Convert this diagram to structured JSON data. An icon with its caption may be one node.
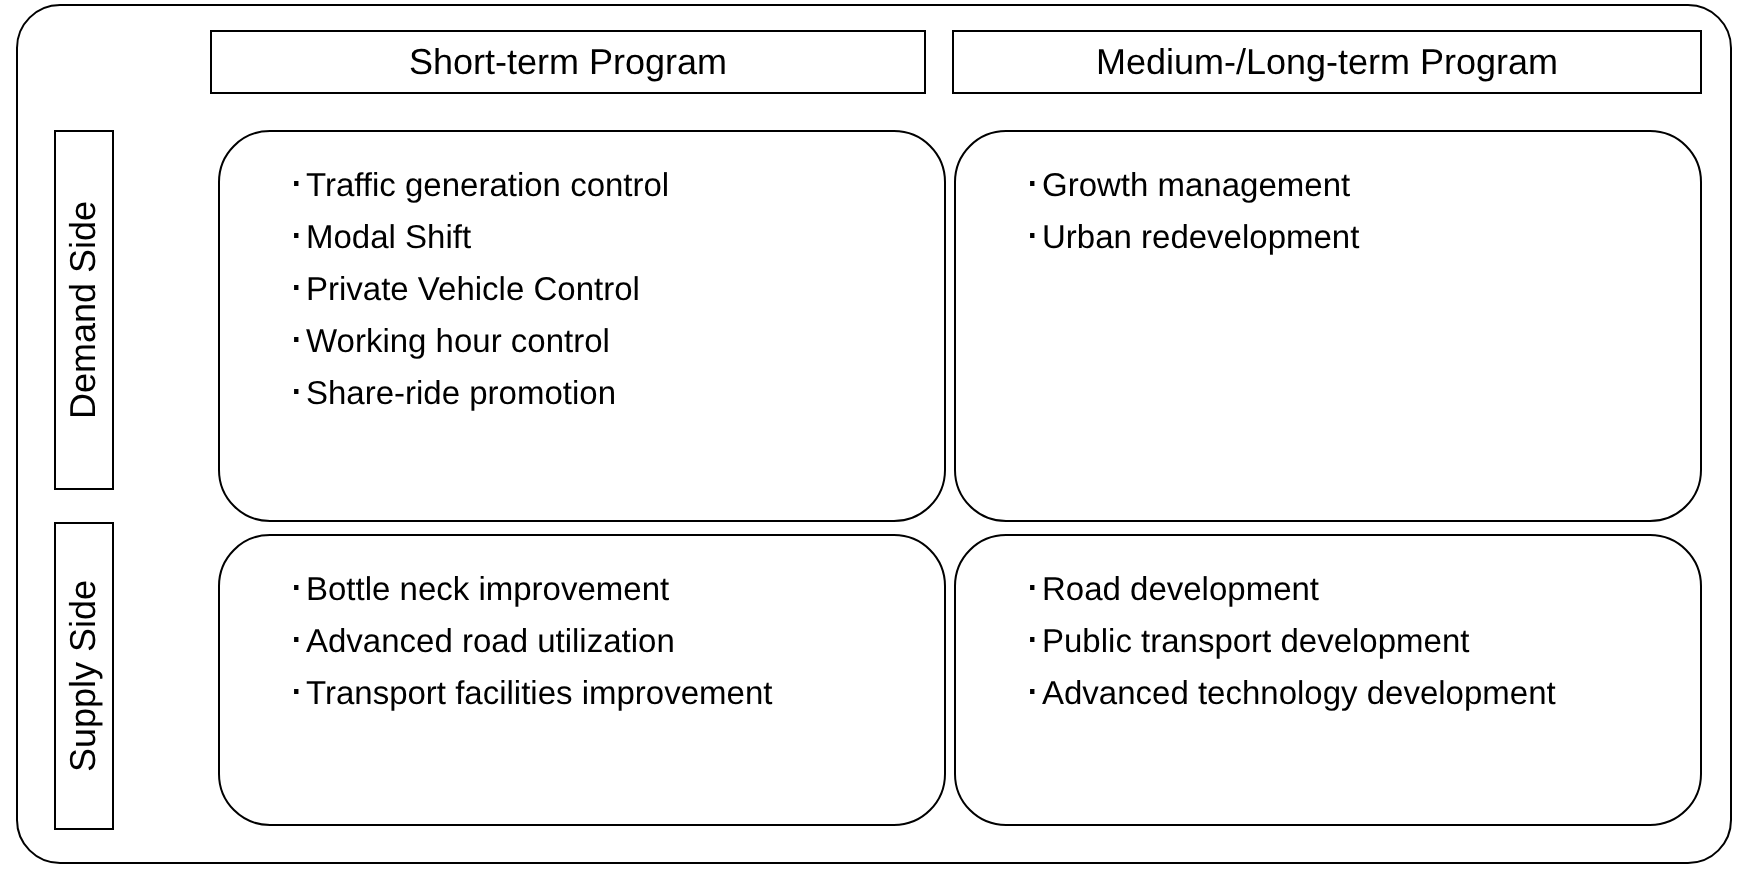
{
  "diagram": {
    "nodes": [
      {
        "text": [],
        "shape": "box"
      },
      {
        "text": [
          "Short-term Program"
        ],
        "in": 0
      },
      {
        "text": [
          "Medium-/Long-term Program"
        ],
        "in": 0
      },
      {
        "text": [
          "Demand Side"
        ],
        "in": 0
      },
      {
        "text": [
          "Supply Side"
        ],
        "in": 0
      },
      {
        "text": [
          "･Traffic generation control",
          "･Modal Shift",
          "･Private Vehicle Control",
          "･Working hour control",
          "･Share-ride promotion"
        ],
        "in": 0
      },
      {
        "text": [
          "･Growth management",
          "･Urban redevelopment"
        ],
        "in": 0
      },
      {
        "text": [
          "･Bottle neck improvement",
          "･Advanced road utilization",
          "･Transport facilities improvement"
        ],
        "in": 0
      },
      {
        "text": [
          "･Road development",
          "･Public transport development",
          "･Advanced technology development"
        ],
        "in": 0
      }
    ]
  }
}
